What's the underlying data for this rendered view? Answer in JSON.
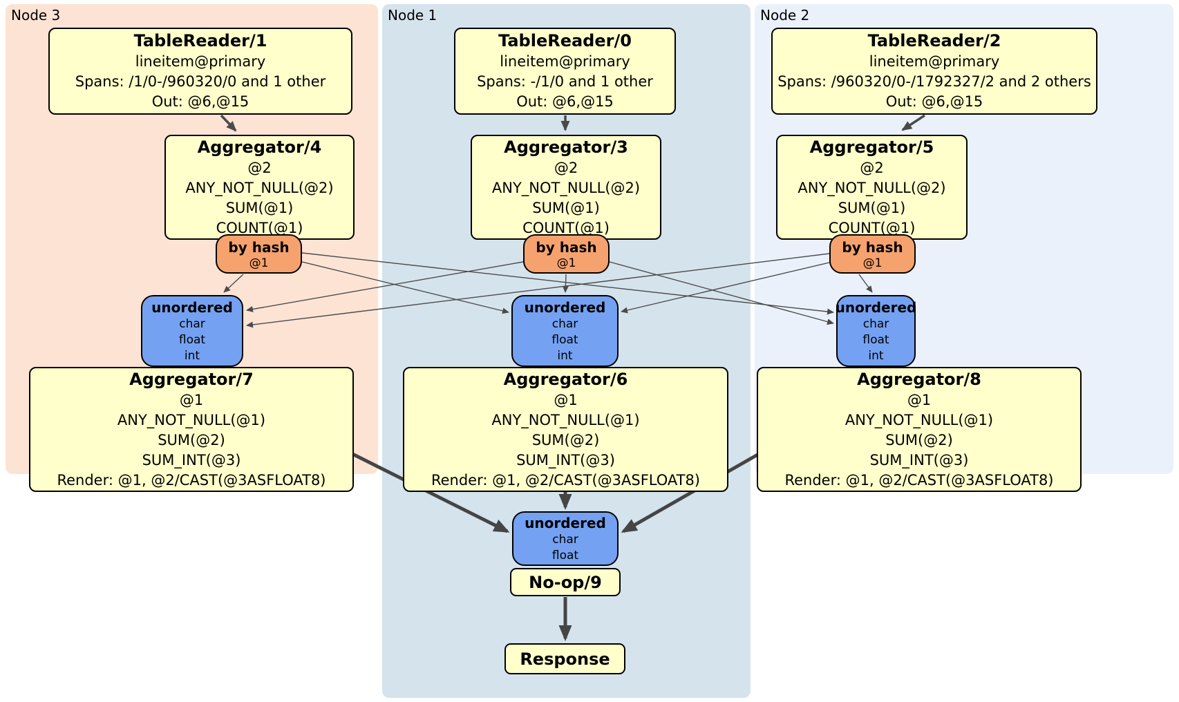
{
  "panels": {
    "node3": {
      "label": "Node 3"
    },
    "node1": {
      "label": "Node 1"
    },
    "node2": {
      "label": "Node 2"
    }
  },
  "boxes": {
    "tr1": {
      "title": "TableReader/1",
      "lines": [
        "lineitem@primary",
        "Spans: /1/0-/960320/0 and 1 other",
        "Out: @6,@15"
      ]
    },
    "tr0": {
      "title": "TableReader/0",
      "lines": [
        "lineitem@primary",
        "Spans: -/1/0 and 1 other",
        "Out: @6,@15"
      ]
    },
    "tr2": {
      "title": "TableReader/2",
      "lines": [
        "lineitem@primary",
        "Spans: /960320/0-/1792327/2 and 2 others",
        "Out: @6,@15"
      ]
    },
    "agg4": {
      "title": "Aggregator/4",
      "lines": [
        "@2",
        "ANY_NOT_NULL(@2)",
        "SUM(@1)",
        "COUNT(@1)"
      ]
    },
    "agg3": {
      "title": "Aggregator/3",
      "lines": [
        "@2",
        "ANY_NOT_NULL(@2)",
        "SUM(@1)",
        "COUNT(@1)"
      ]
    },
    "agg5": {
      "title": "Aggregator/5",
      "lines": [
        "@2",
        "ANY_NOT_NULL(@2)",
        "SUM(@1)",
        "COUNT(@1)"
      ]
    },
    "hash_left": {
      "title": "by hash",
      "lines": [
        "@1"
      ]
    },
    "hash_center": {
      "title": "by hash",
      "lines": [
        "@1"
      ]
    },
    "hash_right": {
      "title": "by hash",
      "lines": [
        "@1"
      ]
    },
    "sync_left": {
      "title": "unordered",
      "lines": [
        "char",
        "float",
        "int"
      ]
    },
    "sync_center": {
      "title": "unordered",
      "lines": [
        "char",
        "float",
        "int"
      ]
    },
    "sync_right": {
      "title": "unordered",
      "lines": [
        "char",
        "float",
        "int"
      ]
    },
    "agg7": {
      "title": "Aggregator/7",
      "lines": [
        "@1",
        "ANY_NOT_NULL(@1)",
        "SUM(@2)",
        "SUM_INT(@3)",
        "Render: @1, @2/CAST(@3ASFLOAT8)"
      ]
    },
    "agg6": {
      "title": "Aggregator/6",
      "lines": [
        "@1",
        "ANY_NOT_NULL(@1)",
        "SUM(@2)",
        "SUM_INT(@3)",
        "Render: @1, @2/CAST(@3ASFLOAT8)"
      ]
    },
    "agg8": {
      "title": "Aggregator/8",
      "lines": [
        "@1",
        "ANY_NOT_NULL(@1)",
        "SUM(@2)",
        "SUM_INT(@3)",
        "Render: @1, @2/CAST(@3ASFLOAT8)"
      ]
    },
    "sync_final": {
      "title": "unordered",
      "lines": [
        "char",
        "float"
      ]
    },
    "noop": {
      "title": "No-op/9"
    },
    "response": {
      "title": "Response"
    }
  },
  "colors": {
    "panel_node3": "#fde3d4",
    "panel_node1": "#d5e3ed",
    "panel_node2": "#eaf1fa",
    "processor_box": "#ffffcc",
    "hash_router": "#f6a26e",
    "unordered_sync": "#74a1f2",
    "edge": "#4a4a4a",
    "border": "#000000"
  }
}
